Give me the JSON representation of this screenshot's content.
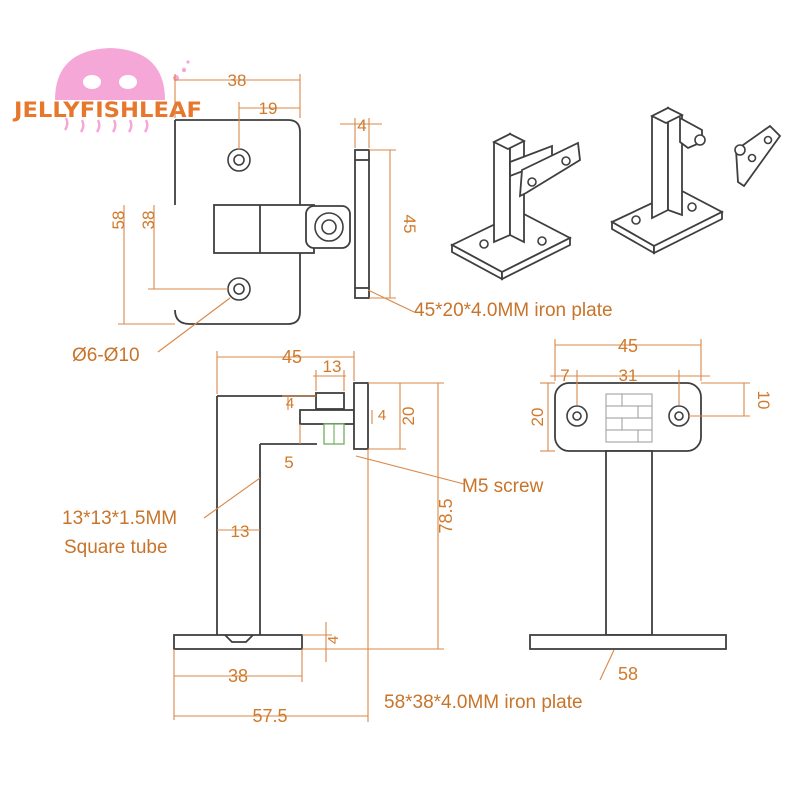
{
  "brand": {
    "name": "JELLYFISHLEAF",
    "logo_color": "#f5a8d8",
    "text_color": "#e8772e"
  },
  "colors": {
    "dimension": "#d07a2c",
    "part_outline": "#3f3f3f",
    "screw_outline": "#7bb36a"
  },
  "top_view": {
    "dims": {
      "overall_width": "38",
      "hole_offset": "19",
      "height_outer": "58",
      "hole_spacing": "38",
      "plate_thickness": "4",
      "plate_length": "45"
    },
    "callouts": {
      "hole_size": "Ø6-Ø10",
      "small_plate": "45*20*4.0MM iron plate"
    }
  },
  "front_view": {
    "dims": {
      "arm_width": "45",
      "screw_head": "13",
      "gap_top": "4",
      "gap_side": "4",
      "plate_height": "20",
      "inset": "5",
      "tube_width": "13",
      "total_height": "78.5",
      "base_thickness": "4",
      "base_inner": "38",
      "base_outer": "57.5"
    },
    "callouts": {
      "screw": "M5 screw",
      "tube_line1": "13*13*1.5MM",
      "tube_line2": "Square tube",
      "base_plate": "58*38*4.0MM iron plate"
    }
  },
  "side_view": {
    "dims": {
      "plate_width": "45",
      "hole_edge": "7",
      "hole_spacing": "31",
      "plate_height": "20",
      "hole_center": "10",
      "base_width": "58"
    }
  }
}
